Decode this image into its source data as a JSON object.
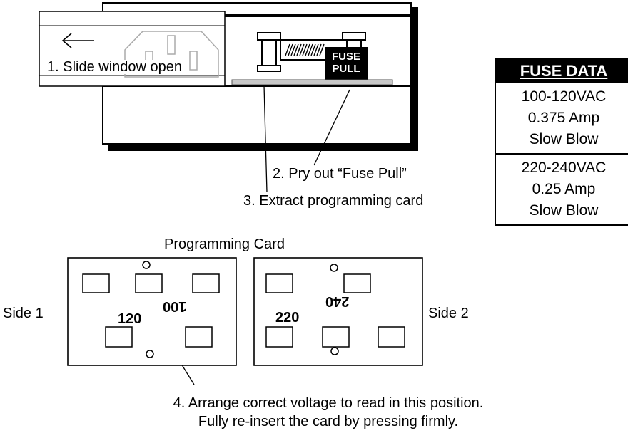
{
  "step1": "1. Slide window open",
  "step2": "2. Pry out “Fuse Pull”",
  "step3": "3. Extract programming card",
  "step4_line1": "4. Arrange correct voltage to read in this position.",
  "step4_line2": "Fully re-insert the card by pressing firmly.",
  "fuse_pull": {
    "line1": "FUSE",
    "line2": "PULL"
  },
  "programming_card_title": "Programming Card",
  "side1": "Side 1",
  "side2": "Side 2",
  "card1": {
    "upright": "120",
    "inverted": "100"
  },
  "card2": {
    "upright": "220",
    "inverted": "240"
  },
  "fuse_data": {
    "title": "FUSE DATA",
    "sections": [
      {
        "voltage": "100-120VAC",
        "current": "0.375 Amp",
        "type": "Slow Blow"
      },
      {
        "voltage": "220-240VAC",
        "current": "0.25 Amp",
        "type": "Slow Blow"
      }
    ]
  }
}
